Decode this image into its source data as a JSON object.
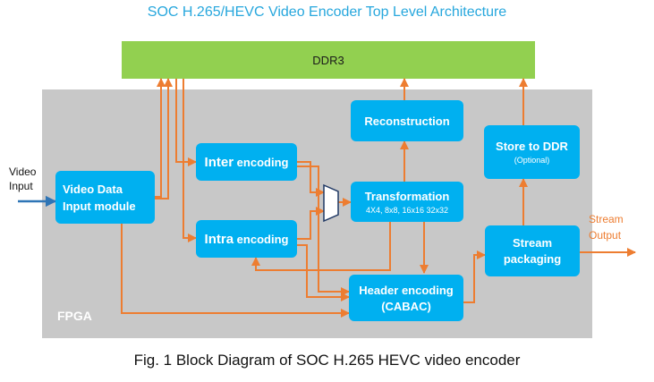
{
  "title": "SOC H.265/HEVC  Video Encoder Top Level Architecture",
  "caption": "Fig. 1  Block Diagram of SOC H.265 HEVC video encoder",
  "fpga_label": "FPGA",
  "ddr_label": "DDR3",
  "video_input": {
    "line1": "Video",
    "line2": "Input"
  },
  "stream_output": {
    "line1": "Stream",
    "line2": "Output"
  },
  "boxes": {
    "video_data_input": {
      "line1": "Video Data",
      "line2": "Input module"
    },
    "inter_encoding": {
      "prefix": "Inter",
      "suffix": " encoding"
    },
    "intra_encoding": {
      "prefix": "Intra",
      "suffix": " encoding"
    },
    "reconstruction": "Reconstruction",
    "transformation": {
      "line1": "Transformation",
      "line2": "4X4, 8x8, 16x16 32x32"
    },
    "store_to_ddr": {
      "line1": "Store to DDR",
      "line2": "(Optional)"
    },
    "stream_packaging": {
      "line1": "Stream",
      "line2": "packaging"
    },
    "header_encoding": {
      "line1": "Header encoding",
      "line2": "(CABAC)"
    }
  },
  "colors": {
    "accent_arrow": "#ed7d31",
    "input_arrow": "#2e75b6",
    "box_fill": "#00b0f0",
    "ddr_fill": "#92d050",
    "fpga_fill": "#c8c8c8"
  }
}
